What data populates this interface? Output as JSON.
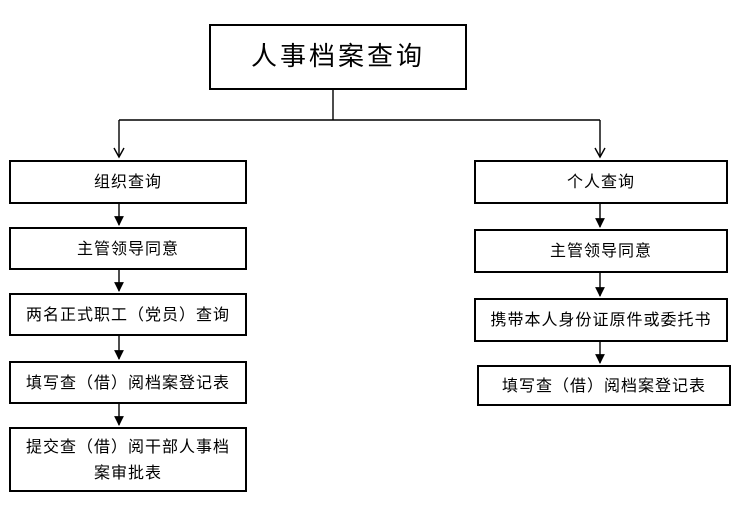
{
  "title": "人事档案查询",
  "org_flow": {
    "start": "组织查询",
    "steps": [
      "主管领导同意",
      "两名正式职工（党员）查询",
      "填写查（借）阅档案登记表",
      "提交查（借）阅干部人事档案审批表"
    ]
  },
  "personal_flow": {
    "start": "个人查询",
    "steps": [
      "主管领导同意",
      "携带本人身份证原件或委托书",
      "填写查（借）阅档案登记表"
    ]
  }
}
